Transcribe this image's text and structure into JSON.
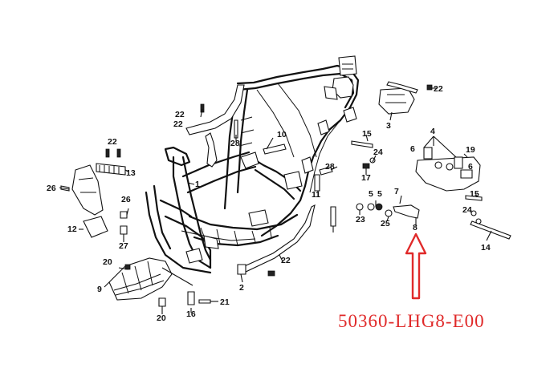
{
  "part_number": "50360-LHG8-E00",
  "colors": {
    "accent": "#e02a2a",
    "ink": "#111111",
    "background": "#ffffff"
  },
  "callouts": [
    "1",
    "2",
    "3",
    "4",
    "5",
    "5",
    "6",
    "6",
    "7",
    "8",
    "9",
    "10",
    "11",
    "12",
    "13",
    "14",
    "15",
    "15",
    "16",
    "17",
    "19",
    "20",
    "20",
    "21",
    "22",
    "22",
    "22",
    "22",
    "22",
    "23",
    "24",
    "24",
    "25",
    "26",
    "26",
    "27",
    "28",
    "28"
  ]
}
